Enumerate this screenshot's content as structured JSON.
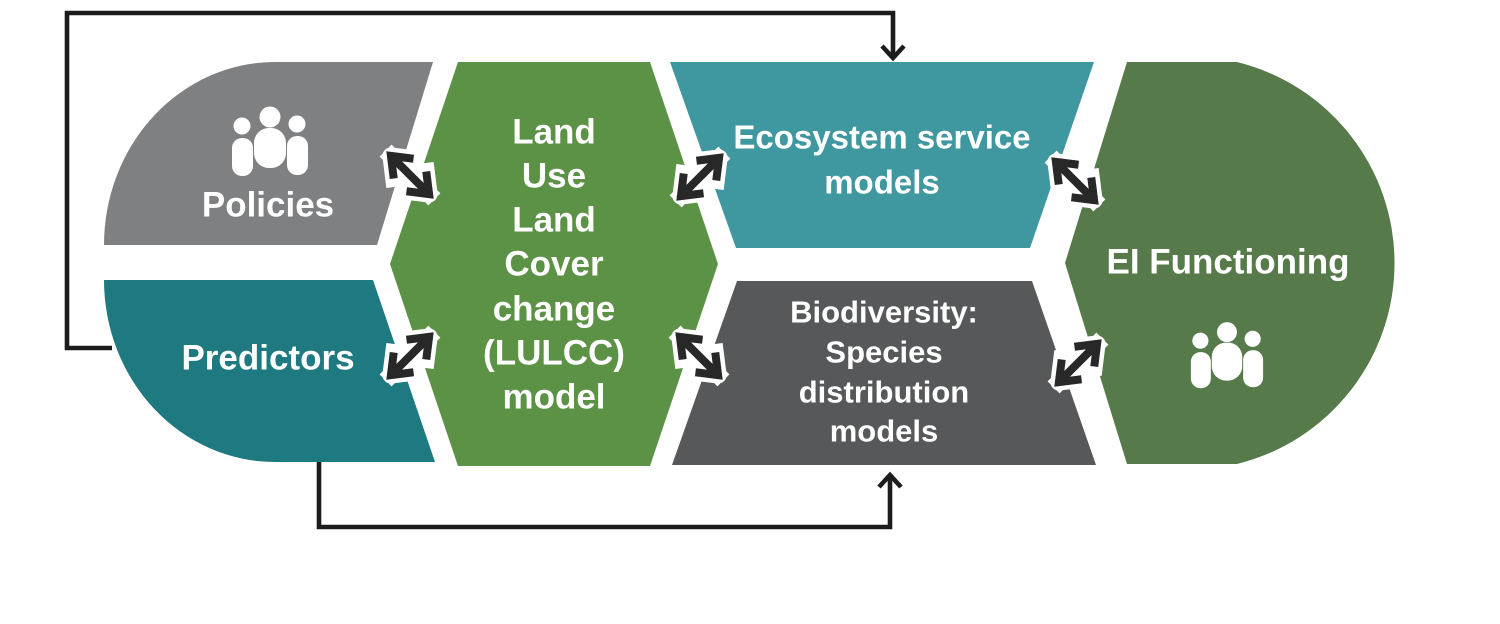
{
  "canvas": {
    "background": "#ffffff"
  },
  "nodes": {
    "policies": {
      "label": "Policies",
      "color": "#7F8082",
      "icon": "people-group-icon"
    },
    "predictors": {
      "label": "Predictors",
      "color": "#1E7A80"
    },
    "lulcc_model": {
      "lines": [
        "Land",
        "Use",
        "Land",
        "Cover",
        "change",
        "(LULCC)",
        "model"
      ],
      "color": "#5B9245"
    },
    "ecosystem_service_models": {
      "lines": [
        "Ecosystem service",
        "models"
      ],
      "color": "#3F98A0"
    },
    "biodiversity_sdm": {
      "lines": [
        "Biodiversity:",
        "Species",
        "distribution",
        "models"
      ],
      "color": "#575859"
    },
    "ei_functioning": {
      "label": "EI Functioning",
      "color": "#567A4A",
      "icon": "people-group-icon"
    }
  },
  "connectors": {
    "exchange_arrow_color": "#282828",
    "feedback_line_color": "#1C1C1C",
    "text_color": "#FFFFFF"
  }
}
